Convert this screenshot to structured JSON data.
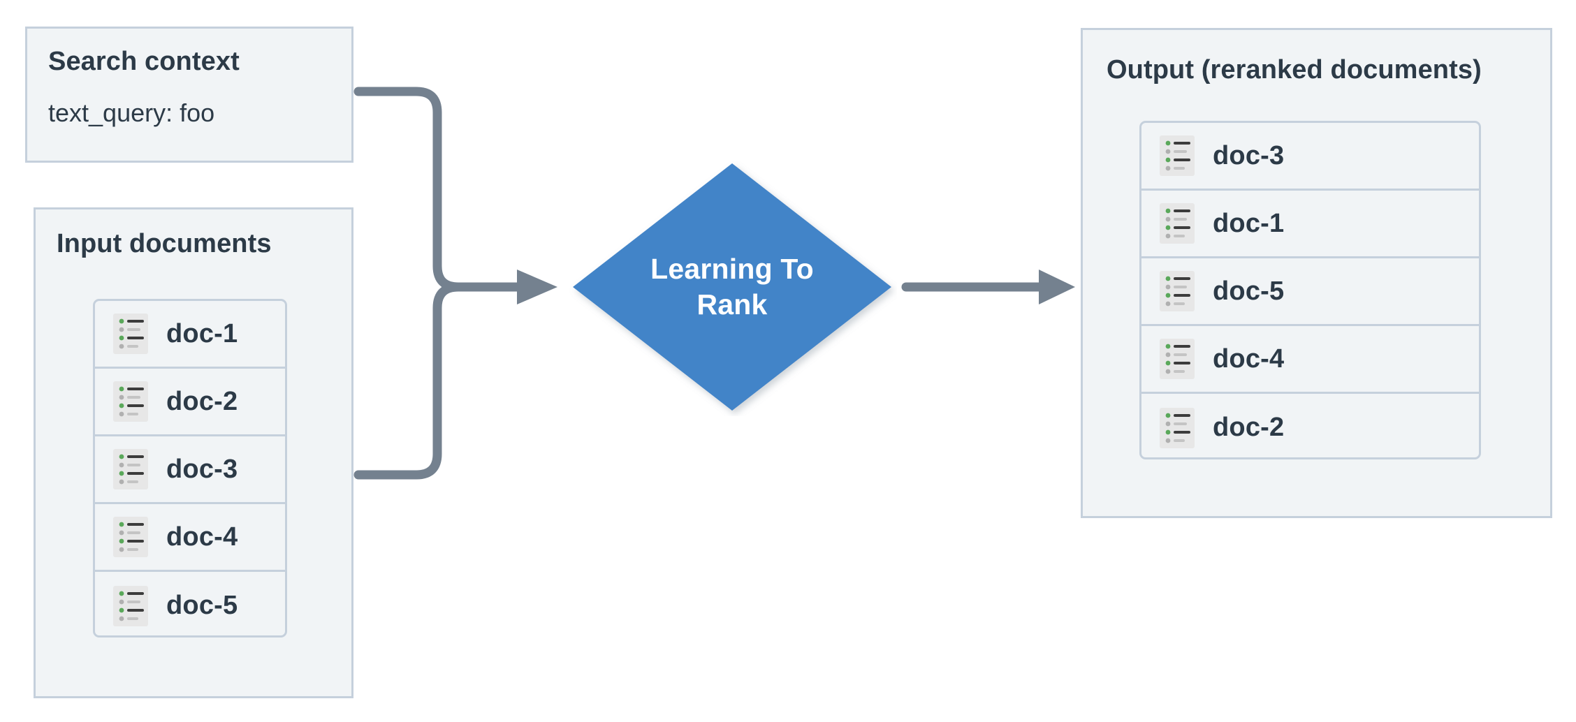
{
  "diagram": {
    "title": "Learning To Rank reranking flow",
    "background": "#ffffff",
    "colors": {
      "panel_fill": "#f1f4f6",
      "panel_border": "#c5d0dc",
      "text": "#2c3a47",
      "node_fill": "#4284c8",
      "node_text": "#ffffff",
      "connector": "#74818f",
      "icon_bg": "#e7e7e7",
      "icon_bullet_active": "#5aa85a",
      "icon_bullet_muted": "#b0b0b0",
      "icon_line_dark": "#3c3c3c",
      "icon_line_light": "#c4c4c4"
    }
  },
  "search_context": {
    "title": "Search context",
    "query_line": "text_query: foo"
  },
  "input": {
    "title": "Input documents",
    "documents": [
      {
        "label": "doc-1",
        "icon": "document-list-icon"
      },
      {
        "label": "doc-2",
        "icon": "document-list-icon"
      },
      {
        "label": "doc-3",
        "icon": "document-list-icon"
      },
      {
        "label": "doc-4",
        "icon": "document-list-icon"
      },
      {
        "label": "doc-5",
        "icon": "document-list-icon"
      }
    ]
  },
  "node": {
    "label_line1": "Learning To",
    "label_line2": "Rank",
    "shape": "diamond"
  },
  "output": {
    "title": "Output (reranked documents)",
    "documents": [
      {
        "label": "doc-3",
        "icon": "document-list-icon"
      },
      {
        "label": "doc-1",
        "icon": "document-list-icon"
      },
      {
        "label": "doc-5",
        "icon": "document-list-icon"
      },
      {
        "label": "doc-4",
        "icon": "document-list-icon"
      },
      {
        "label": "doc-2",
        "icon": "document-list-icon"
      }
    ]
  },
  "connectors": [
    {
      "name": "search-context-to-ltr",
      "from": "search_context",
      "to": "node",
      "arrow": true
    },
    {
      "name": "input-documents-to-ltr",
      "from": "input",
      "to": "node",
      "arrow": true
    },
    {
      "name": "ltr-to-output",
      "from": "node",
      "to": "output",
      "arrow": true
    }
  ]
}
